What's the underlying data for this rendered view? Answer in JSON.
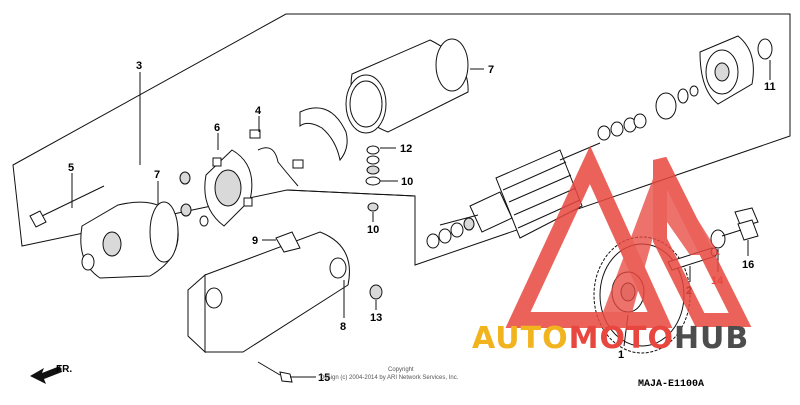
{
  "diagram": {
    "callouts": [
      {
        "id": "c1",
        "label": "1"
      },
      {
        "id": "c2",
        "label": "2"
      },
      {
        "id": "c3",
        "label": "3"
      },
      {
        "id": "c4",
        "label": "4"
      },
      {
        "id": "c5",
        "label": "5"
      },
      {
        "id": "c6",
        "label": "6"
      },
      {
        "id": "c7a",
        "label": "7"
      },
      {
        "id": "c7b",
        "label": "7"
      },
      {
        "id": "c8",
        "label": "8"
      },
      {
        "id": "c9",
        "label": "9"
      },
      {
        "id": "c10a",
        "label": "10"
      },
      {
        "id": "c10b",
        "label": "10"
      },
      {
        "id": "c11",
        "label": "11"
      },
      {
        "id": "c12",
        "label": "12"
      },
      {
        "id": "c13",
        "label": "13"
      },
      {
        "id": "c14",
        "label": "14"
      },
      {
        "id": "c15",
        "label": "15"
      },
      {
        "id": "c16",
        "label": "16"
      }
    ],
    "front_label": "FR.",
    "copyright_line1": "Copyright",
    "copyright_line2": "Design (c) 2004-2014 by ARI Network Services, Inc.",
    "part_code": "MAJA-E1100A"
  },
  "watermark": {
    "text_auto": "AUTO",
    "text_moto": "MOTO",
    "text_hub": "HUB",
    "color_auto": "#f2b41e",
    "color_moto": "#e8473f",
    "color_hub": "#4d4d4d"
  }
}
